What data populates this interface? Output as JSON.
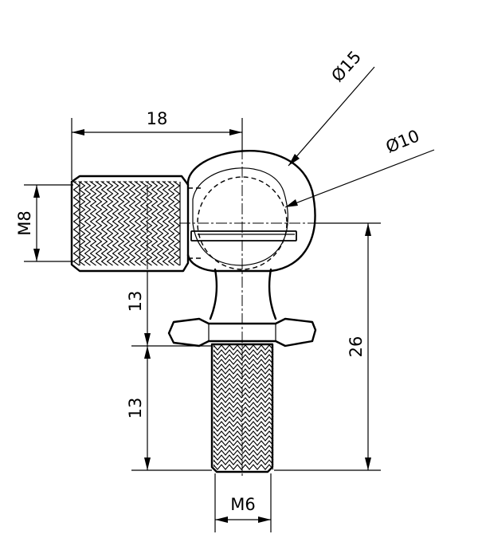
{
  "title": "Angle ball joint technical drawing",
  "dimensions": {
    "length_18": "18",
    "thread_m8": "M8",
    "eye_dia_15": "Ø15",
    "eye_dia_10": "Ø10",
    "height_13_upper": "13",
    "height_13_lower": "13",
    "height_26": "26",
    "thread_m6": "M6"
  }
}
